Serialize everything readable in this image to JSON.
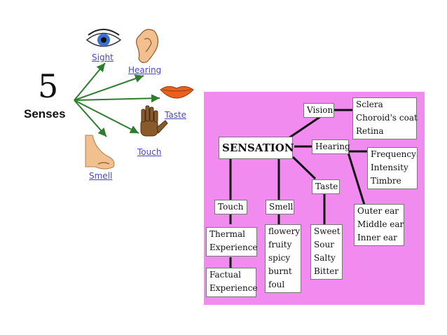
{
  "left": {
    "number": "5",
    "title": "Senses",
    "senses": {
      "sight": "Sight",
      "hearing": "Hearing",
      "taste": "Taste",
      "touch": "Touch",
      "smell": "Smell"
    }
  },
  "diagram": {
    "root": "SENSATION",
    "vision": "Vision",
    "vision_items": [
      "Sclera",
      "Choroid's coat",
      "Retina"
    ],
    "hearing": "Hearing",
    "hearing_items": [
      "Frequency",
      "Intensity",
      "Timbre"
    ],
    "ear_items": [
      "Outer ear",
      "Middle ear",
      "Inner ear"
    ],
    "taste": "Taste",
    "taste_items": [
      "Sweet",
      "Sour",
      "Salty",
      "Bitter"
    ],
    "smell": "Smell",
    "smell_items": [
      "flowery",
      "fruity",
      "spicy",
      "burnt",
      "foul"
    ],
    "touch": "Touch",
    "touch_items_1": [
      "Thermal",
      "Experience"
    ],
    "touch_items_2": [
      "Factual",
      "Experience"
    ]
  },
  "colors": {
    "panel": "#f18bef",
    "arrow": "#2d7d2d",
    "label": "#4a4ab8",
    "connector": "#111111"
  }
}
